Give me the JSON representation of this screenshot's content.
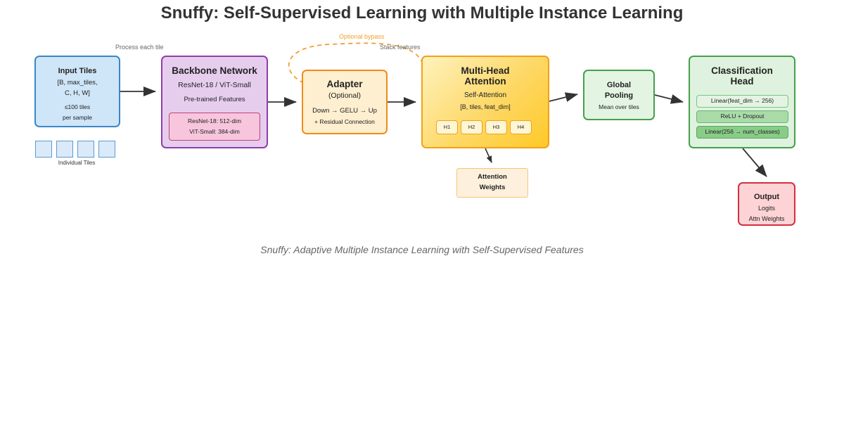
{
  "title": "Snuffy: Self-Supervised Learning with Multiple Instance Learning",
  "caption": "Snuffy: Adaptive Multiple Instance Learning with Self-Supervised Features",
  "notes": {
    "process_each_tile": "Process each tile",
    "optional_bypass": "Optional bypass",
    "stack_features": "Stack features"
  },
  "input": {
    "title": "Input Tiles",
    "shape_line1": "[B, max_tiles,",
    "shape_line2": "C, H, W]",
    "limit_line1": "≤100 tiles",
    "limit_line2": "per sample",
    "tiles_label": "Individual Tiles"
  },
  "backbone": {
    "title": "Backbone Network",
    "models": "ResNet-18 / ViT-Small",
    "desc": "Pre-trained Features",
    "dim1": "ResNet-18: 512-dim",
    "dim2": "ViT-Small: 384-dim"
  },
  "adapter": {
    "title": "Adapter",
    "optional": "(Optional)",
    "flow": "Down → GELU → Up",
    "residual": "+ Residual Connection"
  },
  "attention": {
    "title_line1": "Multi-Head",
    "title_line2": "Attention",
    "type": "Self-Attention",
    "shape": "[B, tiles, feat_dim]",
    "heads": [
      "H1",
      "H2",
      "H3",
      "H4"
    ],
    "weights_line1": "Attention",
    "weights_line2": "Weights"
  },
  "pooling": {
    "title_line1": "Global",
    "title_line2": "Pooling",
    "desc": "Mean over tiles"
  },
  "classifier": {
    "title_line1": "Classification",
    "title_line2": "Head",
    "layers": [
      "Linear(feat_dim → 256)",
      "ReLU + Dropout",
      "Linear(256 → num_classes)"
    ]
  },
  "output": {
    "title": "Output",
    "line1": "Logits",
    "line2": "Attn Weights"
  },
  "colors": {
    "input_border": "#3a87c8",
    "input_fill": "#cfe5f8",
    "backbone_border": "#8e3fa8",
    "backbone_fill": "#e6cdee",
    "backbone_sub_border": "#c2417a",
    "backbone_sub_fill": "#f7c6dd",
    "adapter_border": "#ef8c1a",
    "adapter_fill": "#fdefcf",
    "attention_border": "#f0a21a",
    "attention_fill": "#fdd866",
    "weights_border": "#f6c47a",
    "weights_fill": "#fdf0dc",
    "pooling_border": "#45a049",
    "pooling_fill": "#e3f4e3",
    "classifier_border": "#45a049",
    "classifier_fill": "#dff2df",
    "output_border": "#d32f3f",
    "output_fill": "#fdd3d6",
    "arrow": "#333333",
    "bypass": "#f0a030"
  }
}
